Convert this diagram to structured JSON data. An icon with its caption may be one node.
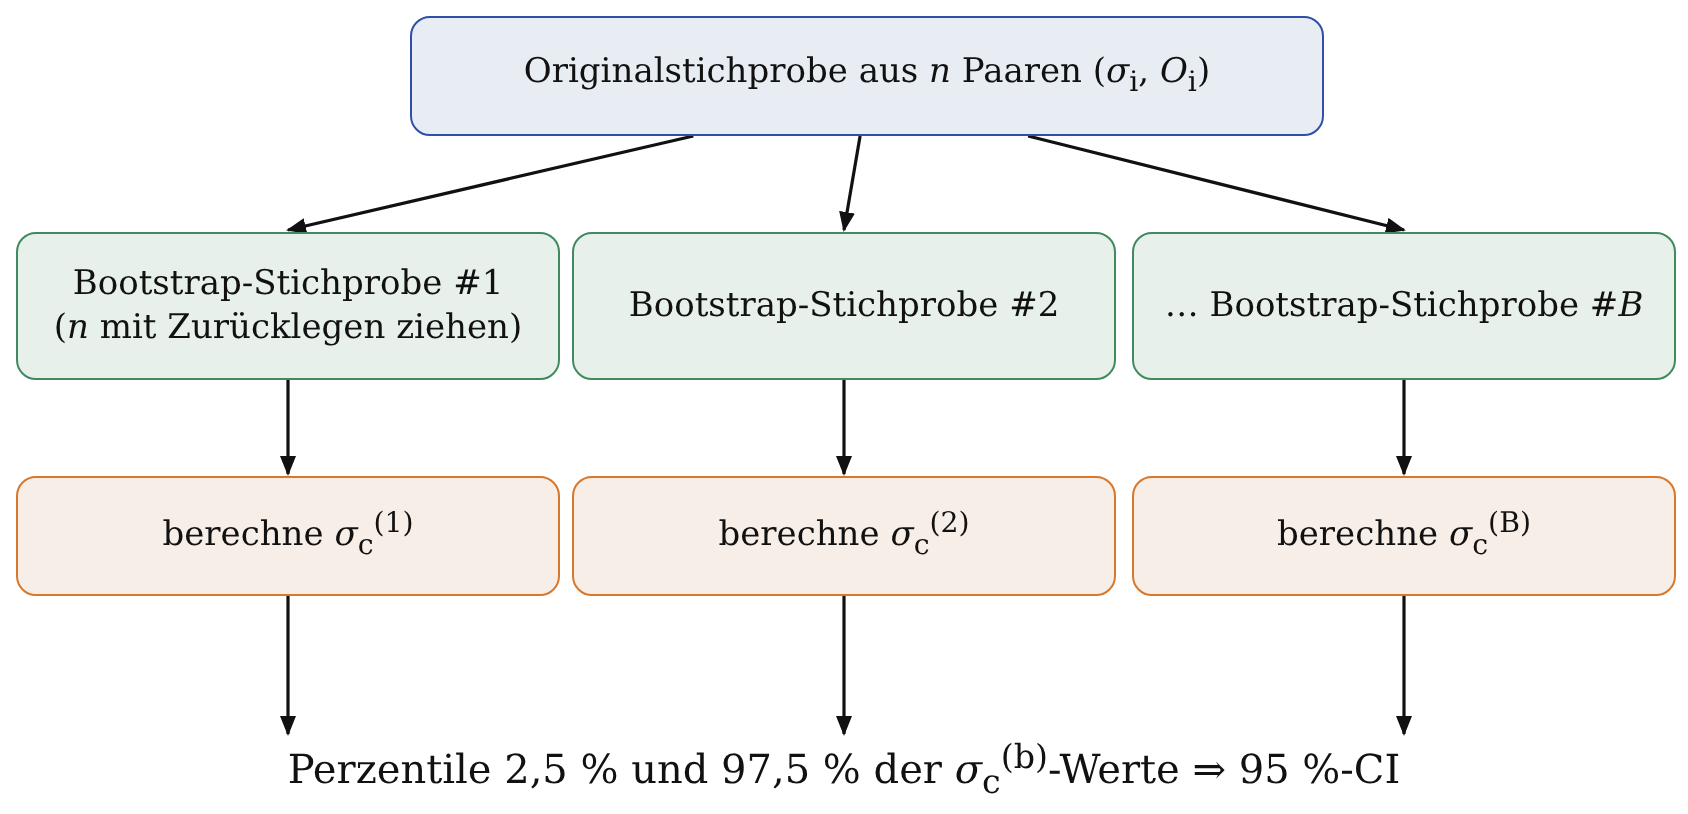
{
  "diagram": {
    "nodes": [
      {
        "text": [
          "Originalstichprobe aus *n* Paaren (*σ*$_{i}$, *O*$_{i}$)"
        ]
      },
      {
        "text": [
          "Bootstrap-Stichprobe #1",
          "(*n* mit Zurücklegen ziehen)"
        ]
      },
      {
        "text": [
          "Bootstrap-Stichprobe #2"
        ]
      },
      {
        "text": [
          "… Bootstrap-Stichprobe #*B*"
        ]
      },
      {
        "text": [
          "berechne *σ*$_{c}$$^{(1)}$"
        ]
      },
      {
        "text": [
          "berechne *σ*$_{c}$$^{(2)}$"
        ]
      },
      {
        "text": [
          "berechne *σ*$_{c}$$^{(B)}$"
        ]
      },
      {
        "text": [
          "Perzentile 2,5 % und 97,5 % der *σ*$_{c}$$^{(b)}$-Werte ⇒ 95 %-CI"
        ]
      }
    ],
    "edges": [
      {
        "from": 0,
        "to": 1,
        "arrow": "to"
      },
      {
        "from": 0,
        "to": 2,
        "arrow": "to"
      },
      {
        "from": 0,
        "to": 3,
        "arrow": "to"
      },
      {
        "from": 1,
        "to": 4,
        "arrow": "to"
      },
      {
        "from": 2,
        "to": 5,
        "arrow": "to"
      },
      {
        "from": 3,
        "to": 6,
        "arrow": "to"
      },
      {
        "from": 4,
        "to": 7,
        "arrow": "to"
      },
      {
        "from": 5,
        "to": 7,
        "arrow": "to"
      },
      {
        "from": 6,
        "to": 7,
        "arrow": "to"
      }
    ]
  }
}
